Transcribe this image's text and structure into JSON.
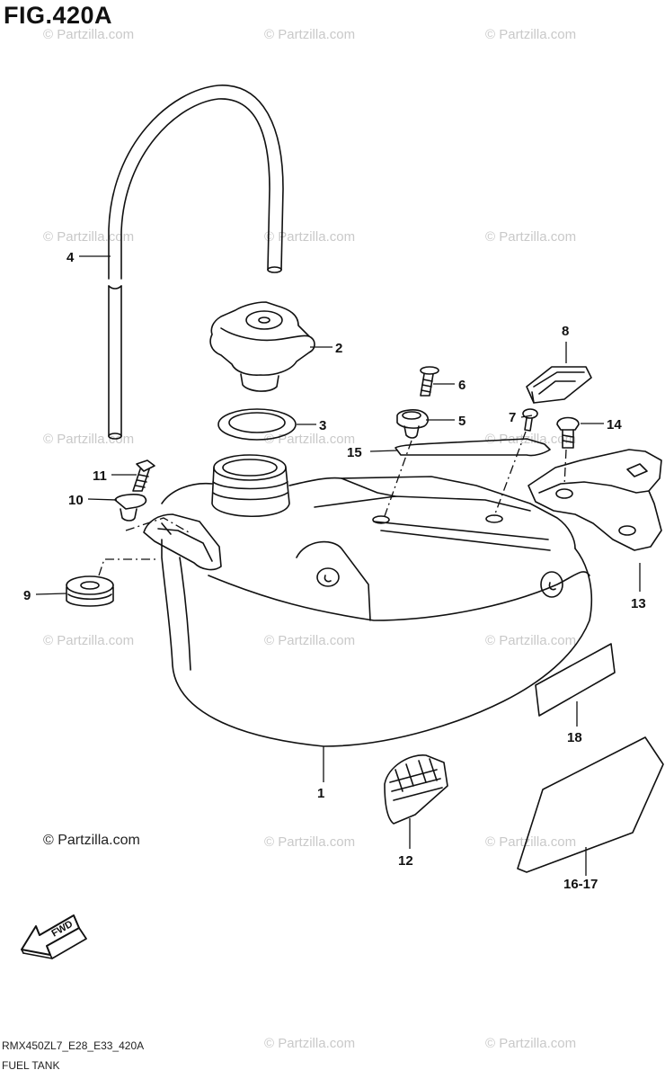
{
  "figure": {
    "title": "FIG.420A",
    "watermark": "© Partzilla.com",
    "copyright": "© Partzilla.com",
    "code": "RMX450ZL7_E28_E33_420A",
    "description": "FUEL TANK",
    "direction_label": "FWD"
  },
  "callouts": [
    "1",
    "2",
    "3",
    "4",
    "5",
    "6",
    "7",
    "8",
    "9",
    "10",
    "11",
    "12",
    "13",
    "14",
    "15",
    "16-17",
    "18"
  ]
}
